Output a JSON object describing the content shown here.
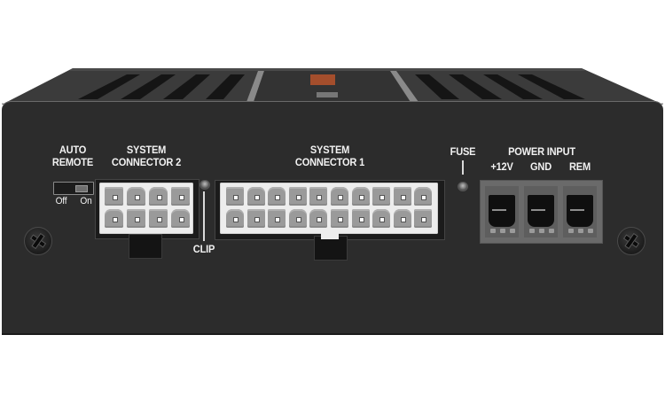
{
  "device": {
    "description": "Amplifier rear/front connection panel",
    "colors": {
      "panel": "#2c2c2c",
      "top": "#3a3a3a",
      "label": "#f2f2f2",
      "connector": "#ededed",
      "pin": "#9a9a9a",
      "logo_accent": "#c0552a"
    }
  },
  "labels": {
    "auto_remote_line1": "AUTO",
    "auto_remote_line2": "REMOTE",
    "switch_off": "Off",
    "switch_on": "On",
    "system_connector_2_line1": "SYSTEM",
    "system_connector_2_line2": "CONNECTOR 2",
    "clip": "CLIP",
    "system_connector_1_line1": "SYSTEM",
    "system_connector_1_line2": "CONNECTOR 1",
    "fuse": "FUSE",
    "power_input": "POWER INPUT",
    "plus12v": "+12V",
    "gnd": "GND",
    "rem": "REM"
  },
  "connectors": {
    "system_connector_2": {
      "rows": 2,
      "cols": 4
    },
    "system_connector_1": {
      "rows": 2,
      "cols": 10
    },
    "power_input": {
      "terminals": [
        "+12V",
        "GND",
        "REM"
      ]
    }
  },
  "icons": {
    "screw_left": "screw-icon",
    "screw_right": "screw-icon",
    "clip_led": "led-indicator-icon",
    "fuse_led": "led-indicator-icon"
  }
}
